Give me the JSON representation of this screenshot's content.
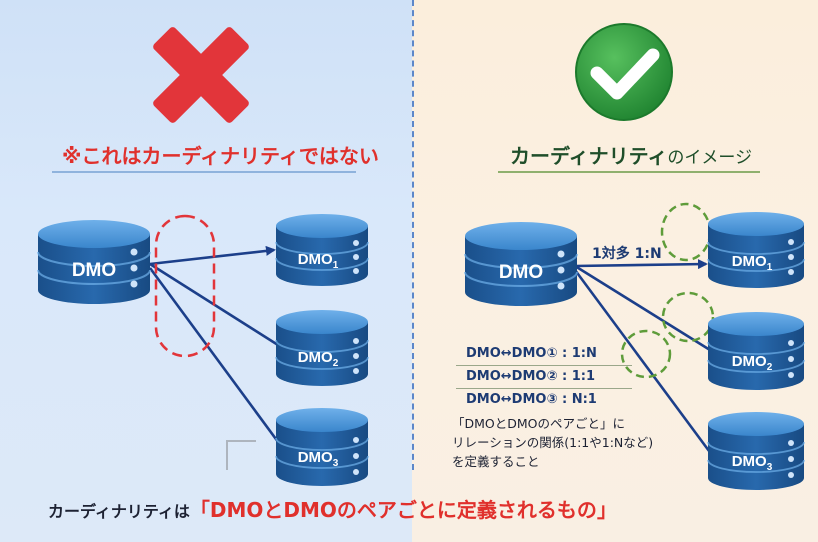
{
  "left_panel": {
    "heading": "※これはカーディナリティではない",
    "source_db": "DMO",
    "targets": [
      {
        "base": "DMO",
        "sub": "1"
      },
      {
        "base": "DMO",
        "sub": "2"
      },
      {
        "base": "DMO",
        "sub": "3"
      }
    ]
  },
  "right_panel": {
    "heading_em": "カーディナリティ",
    "heading_rest": "のイメージ",
    "source_db": "DMO",
    "targets": [
      {
        "base": "DMO",
        "sub": "1"
      },
      {
        "base": "DMO",
        "sub": "2"
      },
      {
        "base": "DMO",
        "sub": "3"
      }
    ],
    "arrow_label": "1対多 1:N",
    "relations": [
      "DMO↔DMO① : 1:N",
      "DMO↔DMO② : 1:1",
      "DMO↔DMO③ : N:1"
    ],
    "note_lines": [
      "「DMOとDMOのペアごと」に",
      "リレーションの関係(1:1や1:Nなど)",
      "を定義すること"
    ]
  },
  "footer": {
    "prefix": "カーディナリティは",
    "bracket_open": "「",
    "highlight": "DMOとDMOのペアごとに定義されるもの",
    "bracket_close": "」"
  },
  "colors": {
    "cross": "#e2353a",
    "check": "#2e9b3c",
    "db_top": "#3d8ad0",
    "db_body": "#1f5a98",
    "arrow": "#1c3f8a",
    "dash_red": "#e2353a",
    "dash_green": "#5e9c3a"
  }
}
